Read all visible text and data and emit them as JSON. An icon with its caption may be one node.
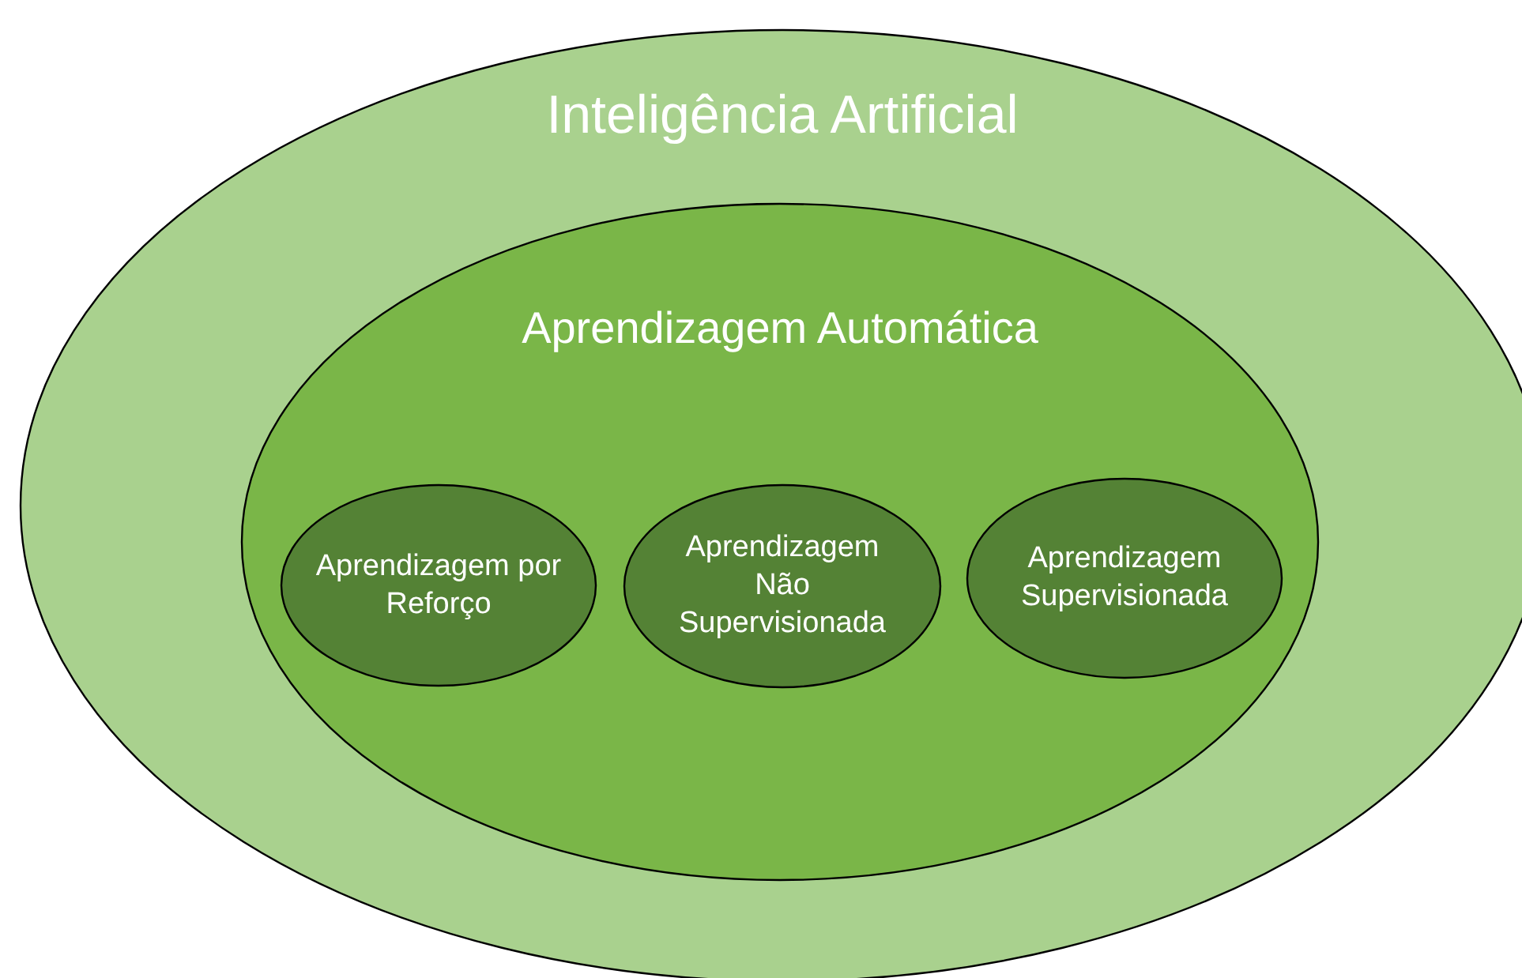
{
  "diagram": {
    "nodes": [
      {
        "text": [
          "Inteligência Artificial"
        ]
      },
      {
        "text": [
          "Aprendizagem Automática"
        ],
        "in": 0
      },
      {
        "text": [
          "Aprendizagem por Reforço"
        ],
        "in": 1
      },
      {
        "text": [
          "Aprendizagem Não Supervisionada"
        ],
        "in": 1
      },
      {
        "text": [
          "Aprendizagem Supervisionada"
        ],
        "in": 1
      }
    ]
  }
}
